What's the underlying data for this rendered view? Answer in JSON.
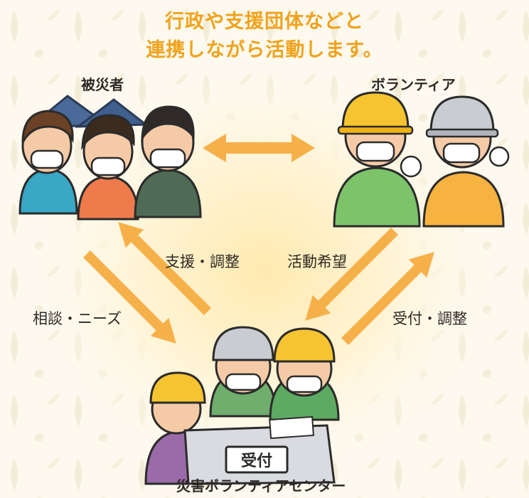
{
  "title": {
    "line1": "行政や支援団体などと",
    "line2": "連携しながら活動します。"
  },
  "nodes": {
    "victims": "被災者",
    "volunteers": "ボランティア",
    "center": "災害ボランティアセンター"
  },
  "edges": {
    "support": "支援・調整",
    "consult": "相談・ニーズ",
    "hope": "活動希望",
    "accept": "受付・調整"
  },
  "desk_sign": "受付",
  "colors": {
    "title": "#f0a21c",
    "arrow": "#f6b04a",
    "glow": "#fff1c6",
    "background": "#fdf9ee"
  }
}
